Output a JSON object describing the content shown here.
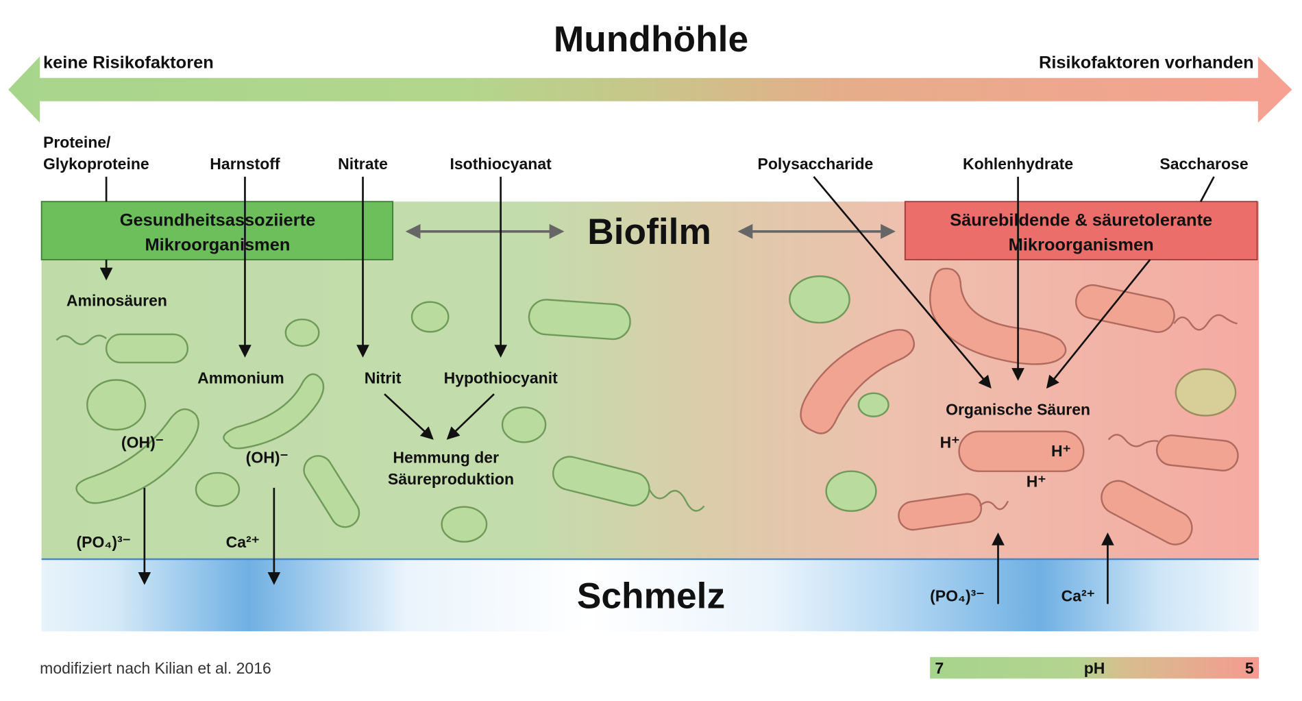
{
  "title": "Mundhöhle",
  "risk_arrow": {
    "left_label": "keine Risikofaktoren",
    "right_label": "Risikofaktoren vorhanden",
    "left_color": "#a8d58c",
    "right_color": "#f3a192"
  },
  "inputs_left": [
    {
      "line1": "Proteine/",
      "line2": "Glykoproteine"
    },
    {
      "line1": "",
      "line2": "Harnstoff"
    },
    {
      "line1": "",
      "line2": "Nitrate"
    },
    {
      "line1": "",
      "line2": "Isothiocyanat"
    }
  ],
  "inputs_right": [
    "Polysaccharide",
    "Kohlenhydrate",
    "Saccharose"
  ],
  "biofilm": {
    "label": "Biofilm",
    "green_box": {
      "line1": "Gesundheitsassoziierte",
      "line2": "Mikroorganismen",
      "color": "#6cbf5a"
    },
    "red_box": {
      "line1": "Säurebildende & säuretolerante",
      "line2": "Mikroorganismen",
      "color": "#ec6e6a"
    }
  },
  "products_left": {
    "aminosaeuren": "Aminosäuren",
    "ammonium": "Ammonium",
    "nitrit": "Nitrit",
    "hypothiocyanit": "Hypothiocyanit",
    "hemmung_line1": "Hemmung der",
    "hemmung_line2": "Säureproduktion",
    "oh1": "(OH)⁻",
    "oh2": "(OH)⁻",
    "po4": "(PO₄)³⁻",
    "ca": "Ca²⁺"
  },
  "products_right": {
    "organische_saeuren": "Organische Säuren",
    "h1": "H⁺",
    "h2": "H⁺",
    "h3": "H⁺",
    "po4": "(PO₄)³⁻",
    "ca": "Ca²⁺"
  },
  "enamel": {
    "label": "Schmelz",
    "color": "#5aa6df"
  },
  "footer": {
    "citation": "modifiziert nach Kilian et al. 2016",
    "ph_scale": {
      "left": "7",
      "mid": "pH",
      "right": "5"
    }
  }
}
